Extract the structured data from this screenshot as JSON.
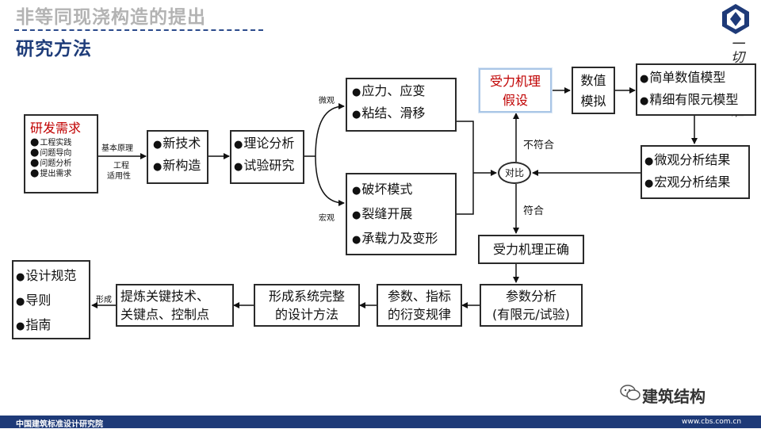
{
  "header": {
    "title": "非等同现浇构造的提出",
    "subtitle": "研究方法",
    "calligraphy": "一切先行标准"
  },
  "boxes": {
    "need": {
      "title": "研发需求",
      "items": [
        "工程实践",
        "问题导向",
        "问题分析",
        "提出需求"
      ]
    },
    "tech": {
      "items": [
        "新技术",
        "新构造"
      ]
    },
    "theory": {
      "items": [
        "理论分析",
        "试验研究"
      ]
    },
    "micro": {
      "items": [
        "应力、应变",
        "粘结、滑移"
      ]
    },
    "macro": {
      "items": [
        "破坏模式",
        "裂缝开展",
        "承载力及变形"
      ]
    },
    "hypothesis": {
      "lines": [
        "受力机理",
        "假设"
      ]
    },
    "numeric": {
      "lines": [
        "数值",
        "模拟"
      ]
    },
    "models": {
      "items": [
        "简单数值模型",
        "精细有限元模型"
      ]
    },
    "results": {
      "items": [
        "微观分析结果",
        "宏观分析结果"
      ]
    },
    "correct": {
      "label": "受力机理正确"
    },
    "param": {
      "lines": [
        "参数分析",
        "(有限元/试验)"
      ]
    },
    "pattern": {
      "lines": [
        "参数、指标",
        "的衍变规律"
      ]
    },
    "system": {
      "lines": [
        "形成系统完整",
        "的设计方法"
      ]
    },
    "refine": {
      "lines": [
        "提炼关键技术、",
        "关键点、控制点"
      ]
    },
    "spec": {
      "items": [
        "设计规范",
        "导则",
        "指南"
      ]
    }
  },
  "labels": {
    "basic": "基本原理",
    "eng1": "工程",
    "eng2": "适用性",
    "micro": "微观",
    "macro": "宏观",
    "compare": "对比",
    "nomatch": "不符合",
    "match": "符合",
    "form": "形成"
  },
  "footer": {
    "left": "中国建筑标准设计研究院",
    "right": "www.cbs.com.cn",
    "wechat": "建筑结构"
  },
  "colors": {
    "accent_red": "#c00000",
    "footer_blue": "#1e3a78",
    "title_gray": "#b3b3b3",
    "subtitle_blue": "#1f3d7a"
  }
}
